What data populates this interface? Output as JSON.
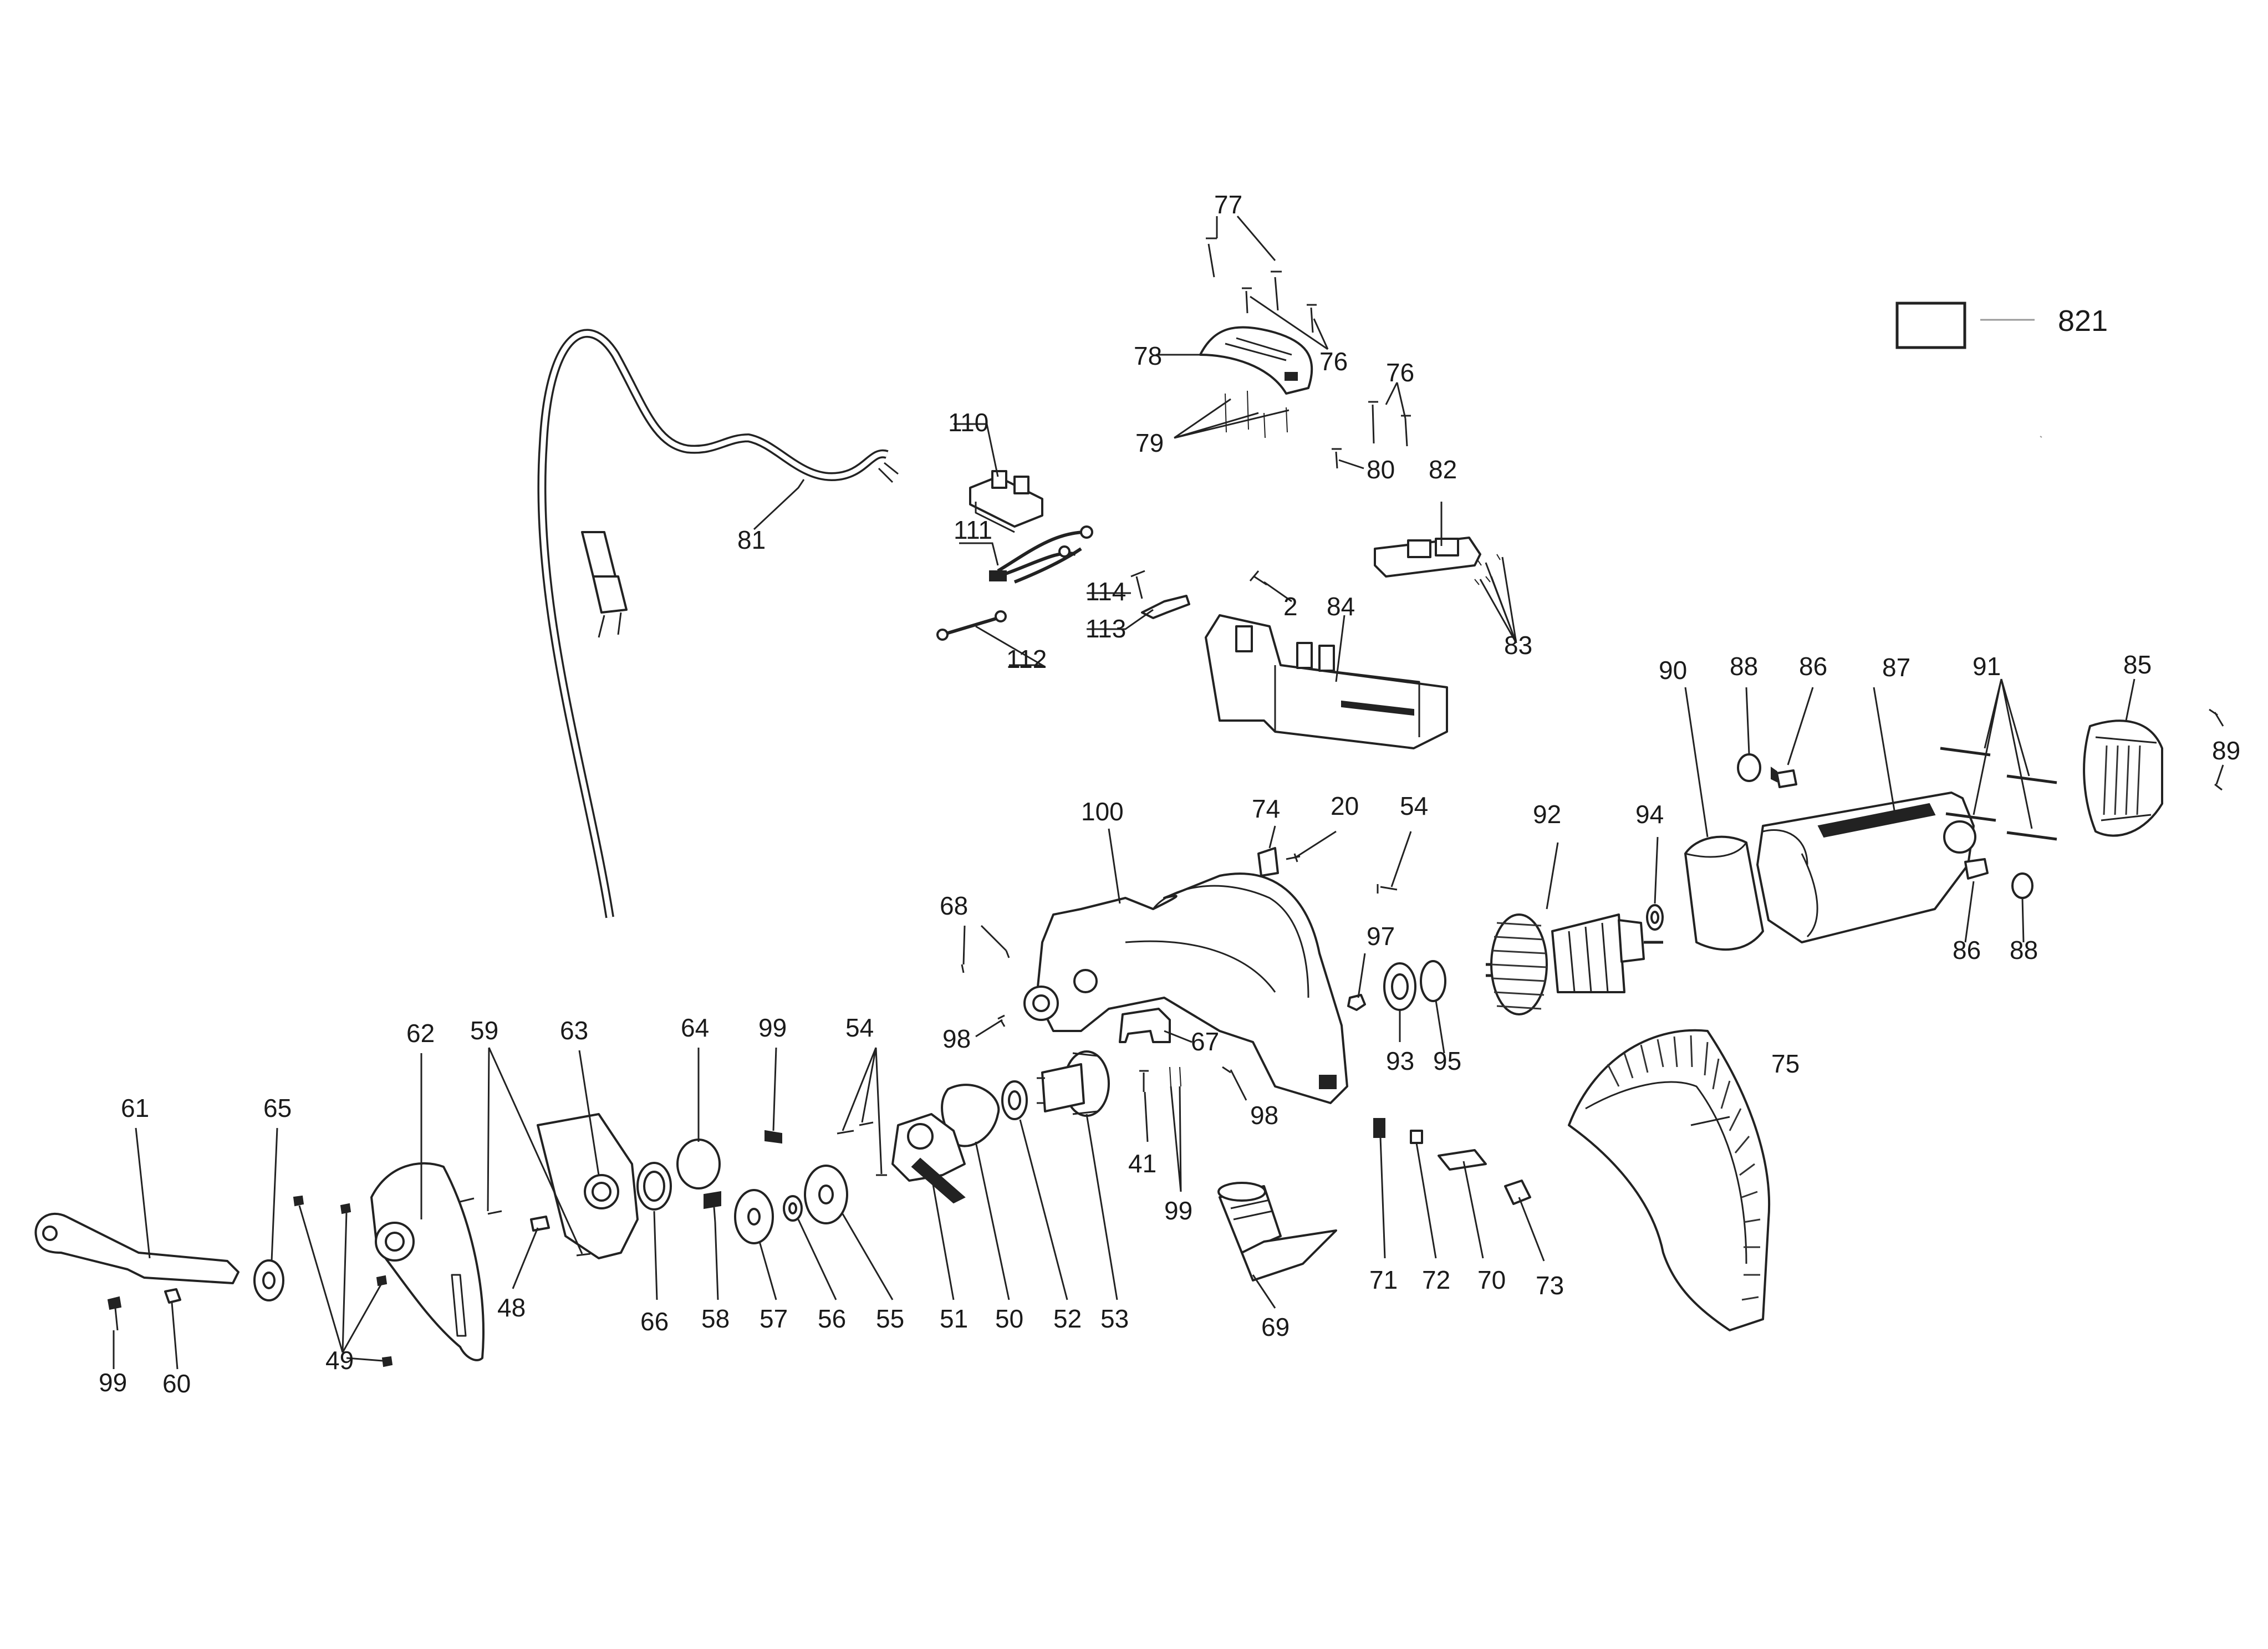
{
  "diagram": {
    "labels": {
      "l2": "2",
      "l20": "20",
      "l41": "41",
      "l48": "48",
      "l49": "49",
      "l50": "50",
      "l51": "51",
      "l52": "52",
      "l53": "53",
      "l54a": "54",
      "l54b": "54",
      "l55": "55",
      "l56": "56",
      "l57": "57",
      "l58": "58",
      "l59": "59",
      "l60": "60",
      "l61": "61",
      "l62": "62",
      "l63": "63",
      "l64": "64",
      "l65": "65",
      "l66": "66",
      "l67": "67",
      "l68": "68",
      "l69": "69",
      "l70": "70",
      "l71": "71",
      "l72": "72",
      "l73": "73",
      "l74": "74",
      "l75": "75",
      "l76a": "76",
      "l76b": "76",
      "l77": "77",
      "l78": "78",
      "l79": "79",
      "l80": "80",
      "l81": "81",
      "l82": "82",
      "l83": "83",
      "l84": "84",
      "l85": "85",
      "l86a": "86",
      "l86b": "86",
      "l87": "87",
      "l88a": "88",
      "l88b": "88",
      "l89": "89",
      "l90": "90",
      "l91": "91",
      "l92": "92",
      "l93": "93",
      "l94": "94",
      "l95": "95",
      "l97": "97",
      "l98a": "98",
      "l98b": "98",
      "l99a": "99",
      "l99b": "99",
      "l99c": "99",
      "l100": "100",
      "l110": "110",
      "l111": "111",
      "l112": "112",
      "l113": "113",
      "l114": "114"
    },
    "legend_box_label": "821"
  }
}
